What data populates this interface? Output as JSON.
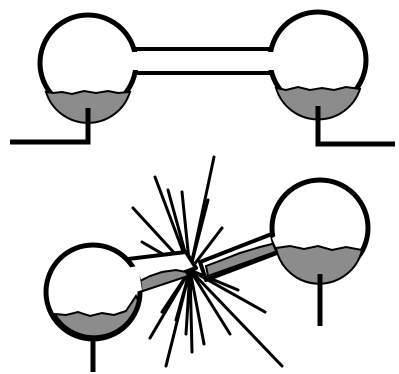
{
  "diagram": {
    "colors": {
      "outline": "#000000",
      "background": "#ffffff",
      "liquid": "#8c8c8c"
    },
    "panels": [
      {
        "state": "intact",
        "parts": [
          "left-bulb",
          "right-bulb",
          "connecting-tube",
          "liquid-left",
          "liquid-right",
          "left-stand",
          "right-stand"
        ]
      },
      {
        "state": "broken",
        "parts": [
          "left-bulb",
          "right-bulb",
          "broken-tube",
          "liquid-left",
          "liquid-right",
          "liquid-in-tube",
          "fracture-rays",
          "left-stand",
          "right-stand"
        ]
      }
    ]
  }
}
